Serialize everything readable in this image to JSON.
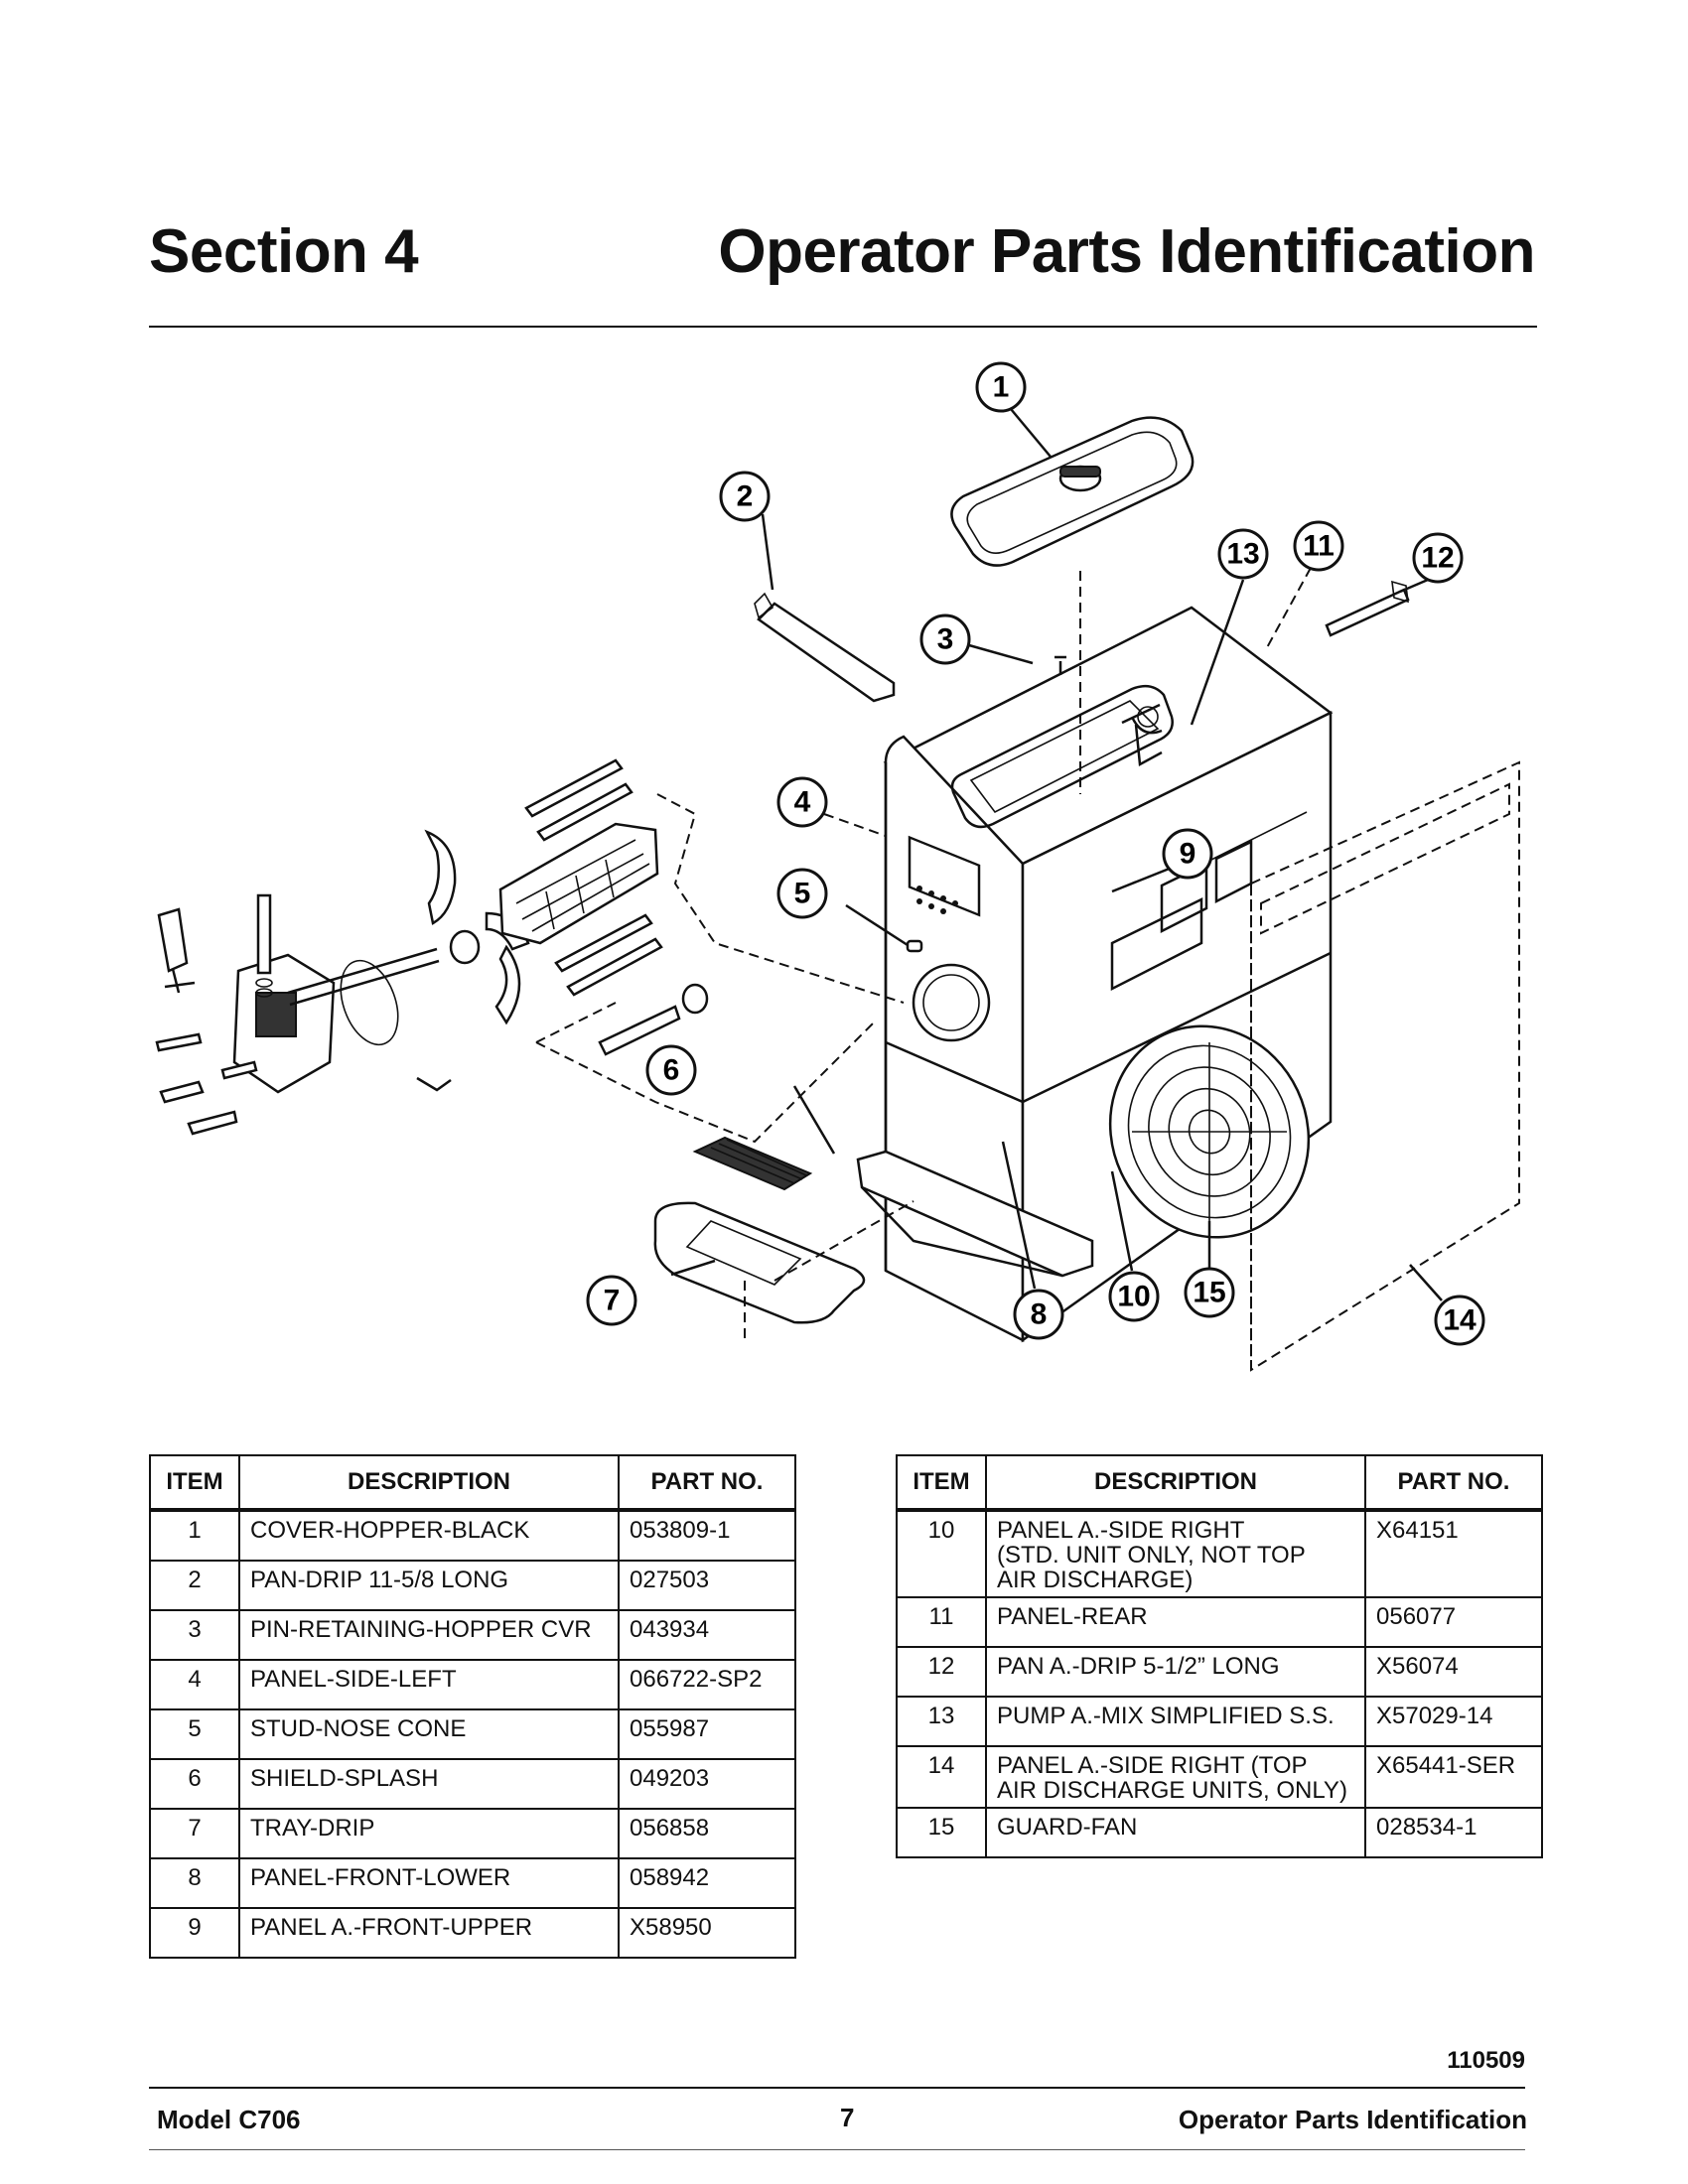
{
  "header": {
    "section": "Section 4",
    "title": "Operator Parts Identification"
  },
  "callouts": [
    "1",
    "2",
    "3",
    "4",
    "5",
    "6",
    "7",
    "8",
    "9",
    "10",
    "11",
    "12",
    "13",
    "14",
    "15"
  ],
  "table_headers": {
    "item": "ITEM",
    "description": "DESCRIPTION",
    "part_no": "PART NO."
  },
  "parts_left": [
    {
      "item": "1",
      "description": "COVER-HOPPER-BLACK",
      "part_no": "053809-1"
    },
    {
      "item": "2",
      "description": "PAN-DRIP 11-5/8 LONG",
      "part_no": "027503"
    },
    {
      "item": "3",
      "description": "PIN-RETAINING-HOPPER CVR",
      "part_no": "043934"
    },
    {
      "item": "4",
      "description": "PANEL-SIDE-LEFT",
      "part_no": "066722-SP2"
    },
    {
      "item": "5",
      "description": "STUD-NOSE CONE",
      "part_no": "055987"
    },
    {
      "item": "6",
      "description": "SHIELD-SPLASH",
      "part_no": "049203"
    },
    {
      "item": "7",
      "description": "TRAY-DRIP",
      "part_no": "056858"
    },
    {
      "item": "8",
      "description": "PANEL-FRONT-LOWER",
      "part_no": "058942"
    },
    {
      "item": "9",
      "description": "PANEL A.-FRONT-UPPER",
      "part_no": "X58950"
    }
  ],
  "parts_right": [
    {
      "item": "10",
      "description": "PANEL A.-SIDE RIGHT\n(STD. UNIT ONLY, NOT TOP\nAIR DISCHARGE)",
      "part_no": "X64151"
    },
    {
      "item": "11",
      "description": "PANEL-REAR",
      "part_no": "056077"
    },
    {
      "item": "12",
      "description": "PAN A.-DRIP 5-1/2” LONG",
      "part_no": "X56074"
    },
    {
      "item": "13",
      "description": "PUMP A.-MIX SIMPLIFIED S.S.",
      "part_no": "X57029-14"
    },
    {
      "item": "14",
      "description": "PANEL A.-SIDE RIGHT (TOP\nAIR DISCHARGE UNITS, ONLY)",
      "part_no": "X65441-SER"
    },
    {
      "item": "15",
      "description": "GUARD-FAN",
      "part_no": "028534-1"
    }
  ],
  "footer": {
    "revision": "110509",
    "model": "Model C706",
    "page": "7",
    "section_name": "Operator Parts Identification"
  }
}
